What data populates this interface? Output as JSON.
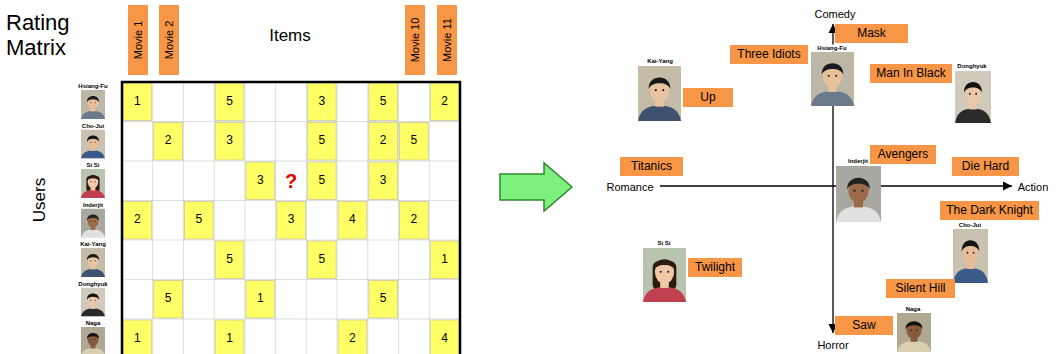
{
  "diagram": {
    "title": "Rating Matrix",
    "nodes": [
      {
        "text": [
          "Movie 1"
        ]
      },
      {
        "text": [
          "Movie 2"
        ]
      },
      {
        "text": [
          "Movie 10"
        ]
      },
      {
        "text": [
          "Movie 11"
        ]
      },
      {
        "text": [
          "Mask"
        ]
      },
      {
        "text": [
          "Three Idiots"
        ]
      },
      {
        "text": [
          "Man In Black"
        ]
      },
      {
        "text": [
          "Up"
        ]
      },
      {
        "text": [
          "Avengers"
        ]
      },
      {
        "text": [
          "Titanics"
        ]
      },
      {
        "text": [
          "Die Hard"
        ]
      },
      {
        "text": [
          "The Dark Knight"
        ]
      },
      {
        "text": [
          "Twilight"
        ]
      },
      {
        "text": [
          "Silent Hill"
        ]
      },
      {
        "text": [
          "Saw"
        ]
      }
    ],
    "labels": [
      "Items",
      "Users",
      "Hsiang-Fu",
      "1",
      "5",
      "3",
      "5",
      "2",
      "Cho-Jui",
      "2",
      "3",
      "5",
      "2",
      "5",
      "Si Si",
      "3",
      "?",
      "5",
      "3",
      "Inderjit",
      "2",
      "5",
      "3",
      "4",
      "2",
      "Kai-Yang",
      "5",
      "5",
      "1",
      "Donghyuk",
      "5",
      "1",
      "5",
      "Naga",
      "1",
      "1",
      "2",
      "4",
      "Hsiang-Fu",
      "Kai-Yang",
      "Donghyuk",
      "Inderjit",
      "Cho-Jui",
      "Si Si",
      "Naga",
      "Comedy",
      "Romance",
      "Action",
      "Horror"
    ]
  }
}
